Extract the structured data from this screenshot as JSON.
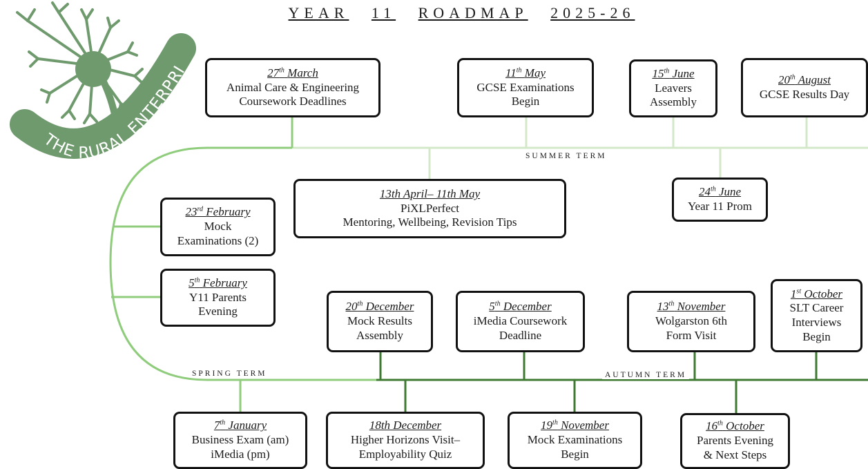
{
  "title": {
    "w1": "YEAR",
    "w2": "11",
    "w3": "ROADMAP",
    "w4": "2025-26"
  },
  "logo": {
    "text": "THE RURAL ENTERPRISE ACADEMY",
    "color": "#6f9a6d"
  },
  "terms": {
    "summer": "SUMMER TERM",
    "spring": "SPRING TERM",
    "autumn": "AUTUMN TERM"
  },
  "colors": {
    "summer_line": "#d3e8c9",
    "spring_line": "#8fcc7c",
    "autumn_line": "#3f7a32",
    "box_border": "#111111"
  },
  "events": {
    "e1": {
      "date_num": "27",
      "date_sup": "th",
      "date_month": "March",
      "line1": "Animal Care & Engineering",
      "line2": "Coursework Deadlines"
    },
    "e2": {
      "date_num": "11",
      "date_sup": "th",
      "date_month": "May",
      "line1": "GCSE Examinations",
      "line2": "Begin"
    },
    "e3": {
      "date_num": "15",
      "date_sup": "th",
      "date_month": "June",
      "line1": "Leavers",
      "line2": "Assembly"
    },
    "e4": {
      "date_num": "20",
      "date_sup": "th",
      "date_month": "August",
      "line1": "GCSE Results Day"
    },
    "e5": {
      "date_text": "13th April– 11th May",
      "line1": "PiXLPerfect",
      "line2": "Mentoring, Wellbeing, Revision Tips"
    },
    "e6": {
      "date_num": "24",
      "date_sup": "th",
      "date_month": "June",
      "line1": "Year 11 Prom"
    },
    "e7": {
      "date_num": "23",
      "date_sup": "rd",
      "date_month": "February",
      "line1": "Mock",
      "line2": "Examinations (2)"
    },
    "e8": {
      "date_num": "5",
      "date_sup": "th",
      "date_month": "February",
      "line1": "Y11 Parents",
      "line2": "Evening"
    },
    "e9": {
      "date_num": "20",
      "date_sup": "th",
      "date_month": "December",
      "line1": "Mock Results",
      "line2": "Assembly"
    },
    "e10": {
      "date_num": "5",
      "date_sup": "th",
      "date_month": "December",
      "line1": "iMedia Coursework",
      "line2": "Deadline"
    },
    "e11": {
      "date_num": "13",
      "date_sup": "th",
      "date_month": "November",
      "line1": "Wolgarston 6th",
      "line2": "Form Visit"
    },
    "e12": {
      "date_num": "1",
      "date_sup": "st",
      "date_month": "October",
      "line1": "SLT Career",
      "line2": "Interviews",
      "line3": "Begin"
    },
    "e13": {
      "date_num": "7",
      "date_sup": "th",
      "date_month": "January",
      "line1": "Business Exam (am)",
      "line2": "iMedia (pm)"
    },
    "e14": {
      "date_text": "18th December",
      "line1": "Higher Horizons Visit–",
      "line2": "Employability Quiz"
    },
    "e15": {
      "date_num": "19",
      "date_sup": "th",
      "date_month": "November",
      "line1": "Mock Examinations",
      "line2": "Begin"
    },
    "e16": {
      "date_num": "16",
      "date_sup": "th",
      "date_month": "October",
      "line1": "Parents Evening",
      "line2": "& Next Steps"
    }
  }
}
